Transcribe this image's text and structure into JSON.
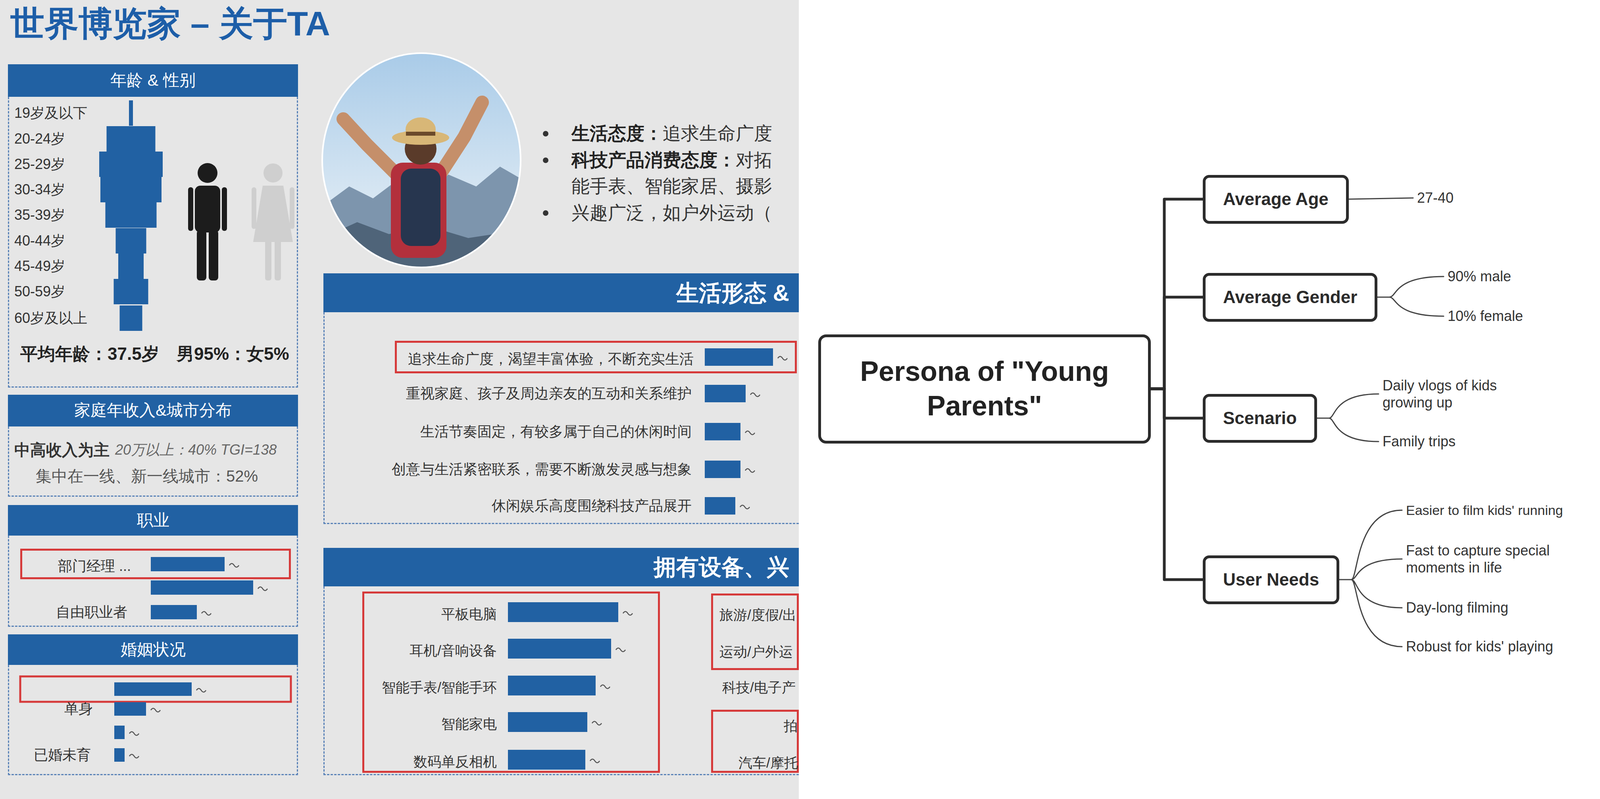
{
  "diagram": {
    "title": "世界博览家 – 关于TA",
    "nodes": [
      {
        "text": [
          "年龄 & 性别"
        ]
      },
      {
        "text": [
          "家庭年收入&城市分布"
        ]
      },
      {
        "text": [
          "职业"
        ]
      },
      {
        "text": [
          "部门经理 ..."
        ],
        "in": 2
      },
      {
        "text": [
          "婚姻状况"
        ]
      },
      {
        "text": [
          "生活形态 &"
        ]
      },
      {
        "text": [
          "追求生命广度，渴望丰富体验，不断充实生活"
        ],
        "in": 5
      },
      {
        "text": [
          "拥有设备、兴"
        ]
      },
      {
        "text": [
          "平板电脑",
          "耳机/音响设备",
          "智能手表/智能手环",
          "智能家电",
          "数码单反相机"
        ],
        "in": 7
      },
      {
        "text": [
          "旅游/度假/出",
          "运动/户外运"
        ],
        "in": 7
      },
      {
        "text": [
          "拍",
          "汽车/摩托"
        ],
        "in": 7
      },
      {
        "text": [
          "Persona of \"Young Parents\""
        ]
      },
      {
        "text": [
          "Average Age"
        ]
      },
      {
        "text": [
          "Average Gender"
        ]
      },
      {
        "text": [
          "Scenario"
        ]
      },
      {
        "text": [
          "User Needs"
        ]
      }
    ],
    "edges": [
      {
        "from": 11,
        "to": 12,
        "arrow": "none"
      },
      {
        "from": 11,
        "to": 13,
        "arrow": "none"
      },
      {
        "from": 11,
        "to": 14,
        "arrow": "none"
      },
      {
        "from": 11,
        "to": 15,
        "arrow": "none"
      }
    ],
    "labels": [
      "19岁及以下",
      "20-24岁",
      "25-29岁",
      "30-34岁",
      "35-39岁",
      "40-44岁",
      "45-49岁",
      "50-59岁",
      "60岁及以上",
      "平均年龄：37.5岁",
      "男95%：女5%",
      "中高收入为主",
      "20万以上：40% TGI=138",
      "集中在一线、新一线城市：52%",
      "自由职业者",
      "单身",
      "已婚未育",
      "生活态度：",
      "追求生命广度",
      "科技产品消费态度：",
      "对拓",
      "能手表、智能家居、摄影",
      "兴趣广泛，如户外运动（",
      "重视家庭、孩子及周边亲友的互动和关系维护",
      "生活节奏固定，有较多属于自己的休闲时间",
      "创意与生活紧密联系，需要不断激发灵感与想象",
      "休闲娱乐高度围绕科技产品展开",
      "科技/电子产",
      "27-40",
      "90% male",
      "10% female",
      "Daily vlogs of kids growing up",
      "Family trips",
      "Easier to film kids' running",
      "Fast to capture special moments in life",
      "Day-long filming",
      "Robust for kids' playing"
    ]
  }
}
